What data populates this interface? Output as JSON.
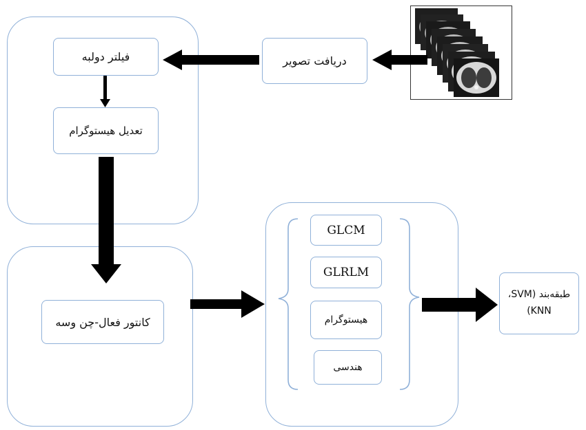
{
  "nodes": {
    "image_acquisition": "دریافت تصویر",
    "bilateral_filter": "فیلتر دولبه",
    "histogram_equalization": "تعدیل هیستوگرام",
    "active_contour": "کانتور فعال-چن وسه",
    "glcm": "GLCM",
    "glrlm": "GLRLM",
    "histogram": "هیستوگرام",
    "geometric": "هندسی",
    "classifier_line1": "طبقه‌بند (SVM،",
    "classifier_line2": "KNN)"
  },
  "colors": {
    "box_border": "#8fb0d8",
    "arrow": "#000000"
  }
}
